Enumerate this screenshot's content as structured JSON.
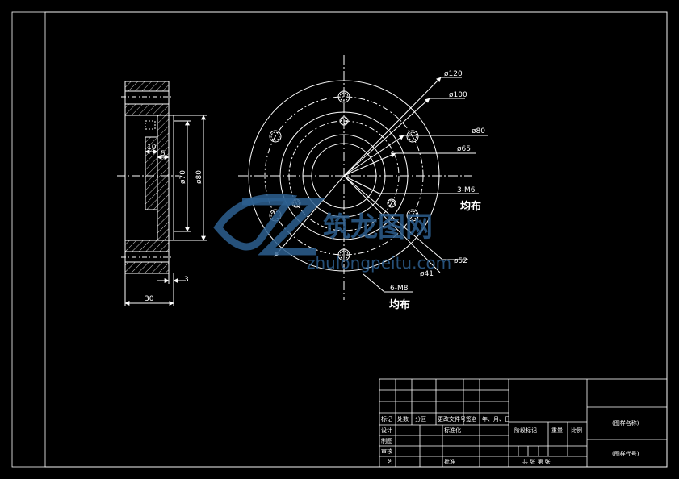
{
  "colors": {
    "background": "#000000",
    "line": "#ffffff",
    "watermark": "#2d5f8f"
  },
  "side_view": {
    "dims": {
      "d10": "10",
      "d5": "5",
      "d70": "ø70",
      "d80": "ø80",
      "d3": "3",
      "d30": "30"
    }
  },
  "front_view": {
    "dims": {
      "d120": "ø120",
      "d100": "ø100",
      "d80": "ø80",
      "d65": "ø65",
      "m6": "3-M6",
      "d52": "ø52",
      "d41": "ø41",
      "m8": "6-M8"
    },
    "note_m6": "均布",
    "note_m8": "均布"
  },
  "watermark": {
    "text": "筑龙图网",
    "url": "zhulongpeitu.com"
  },
  "title_block": {
    "header": {
      "mark": "标记",
      "count": "处数",
      "zone": "分区",
      "doc_no": "更改文件号",
      "sign": "签名",
      "date": "年、月、日"
    },
    "rows": {
      "design": "设计",
      "standardize": "标准化",
      "draw": "制图",
      "check": "审核",
      "process": "工艺",
      "approve": "批准"
    },
    "stage_mark": "阶段标记",
    "weight": "重量",
    "scale": "比例",
    "sheets": "共 张  第 张",
    "drawing_name": "(图样名称)",
    "drawing_code": "(图样代号)"
  }
}
